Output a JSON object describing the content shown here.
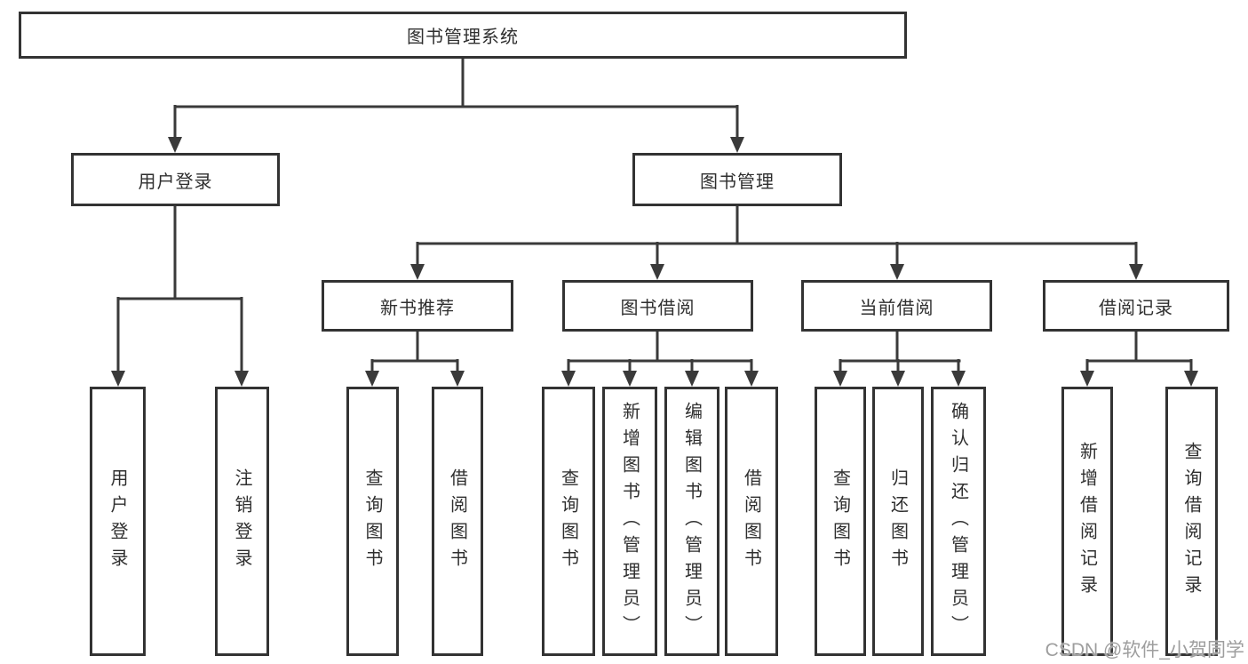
{
  "tree": {
    "root": {
      "label": "图书管理系统"
    },
    "branches": [
      {
        "label": "用户登录",
        "children": [
          {
            "label": "用户登录"
          },
          {
            "label": "注销登录"
          }
        ]
      },
      {
        "label": "图书管理",
        "children": [
          {
            "label": "新书推荐",
            "children": [
              {
                "label": "查询图书"
              },
              {
                "label": "借阅图书"
              }
            ]
          },
          {
            "label": "图书借阅",
            "children": [
              {
                "label": "查询图书"
              },
              {
                "label": "新增图书（管理员）"
              },
              {
                "label": "编辑图书（管理员）"
              },
              {
                "label": "借阅图书"
              }
            ]
          },
          {
            "label": "当前借阅",
            "children": [
              {
                "label": "查询图书"
              },
              {
                "label": "归还图书"
              },
              {
                "label": "确认归还（管理员）"
              }
            ]
          },
          {
            "label": "借阅记录",
            "children": [
              {
                "label": "新增借阅记录"
              },
              {
                "label": "查询借阅记录"
              }
            ]
          }
        ]
      }
    ]
  },
  "watermark": {
    "text": "CSDN @软件_小贺同学"
  },
  "colors": {
    "line": "#3a3a3a",
    "box_border": "#333333",
    "text": "#2f2f2f",
    "background": "#ffffff",
    "watermark": "#9e9e9e"
  }
}
